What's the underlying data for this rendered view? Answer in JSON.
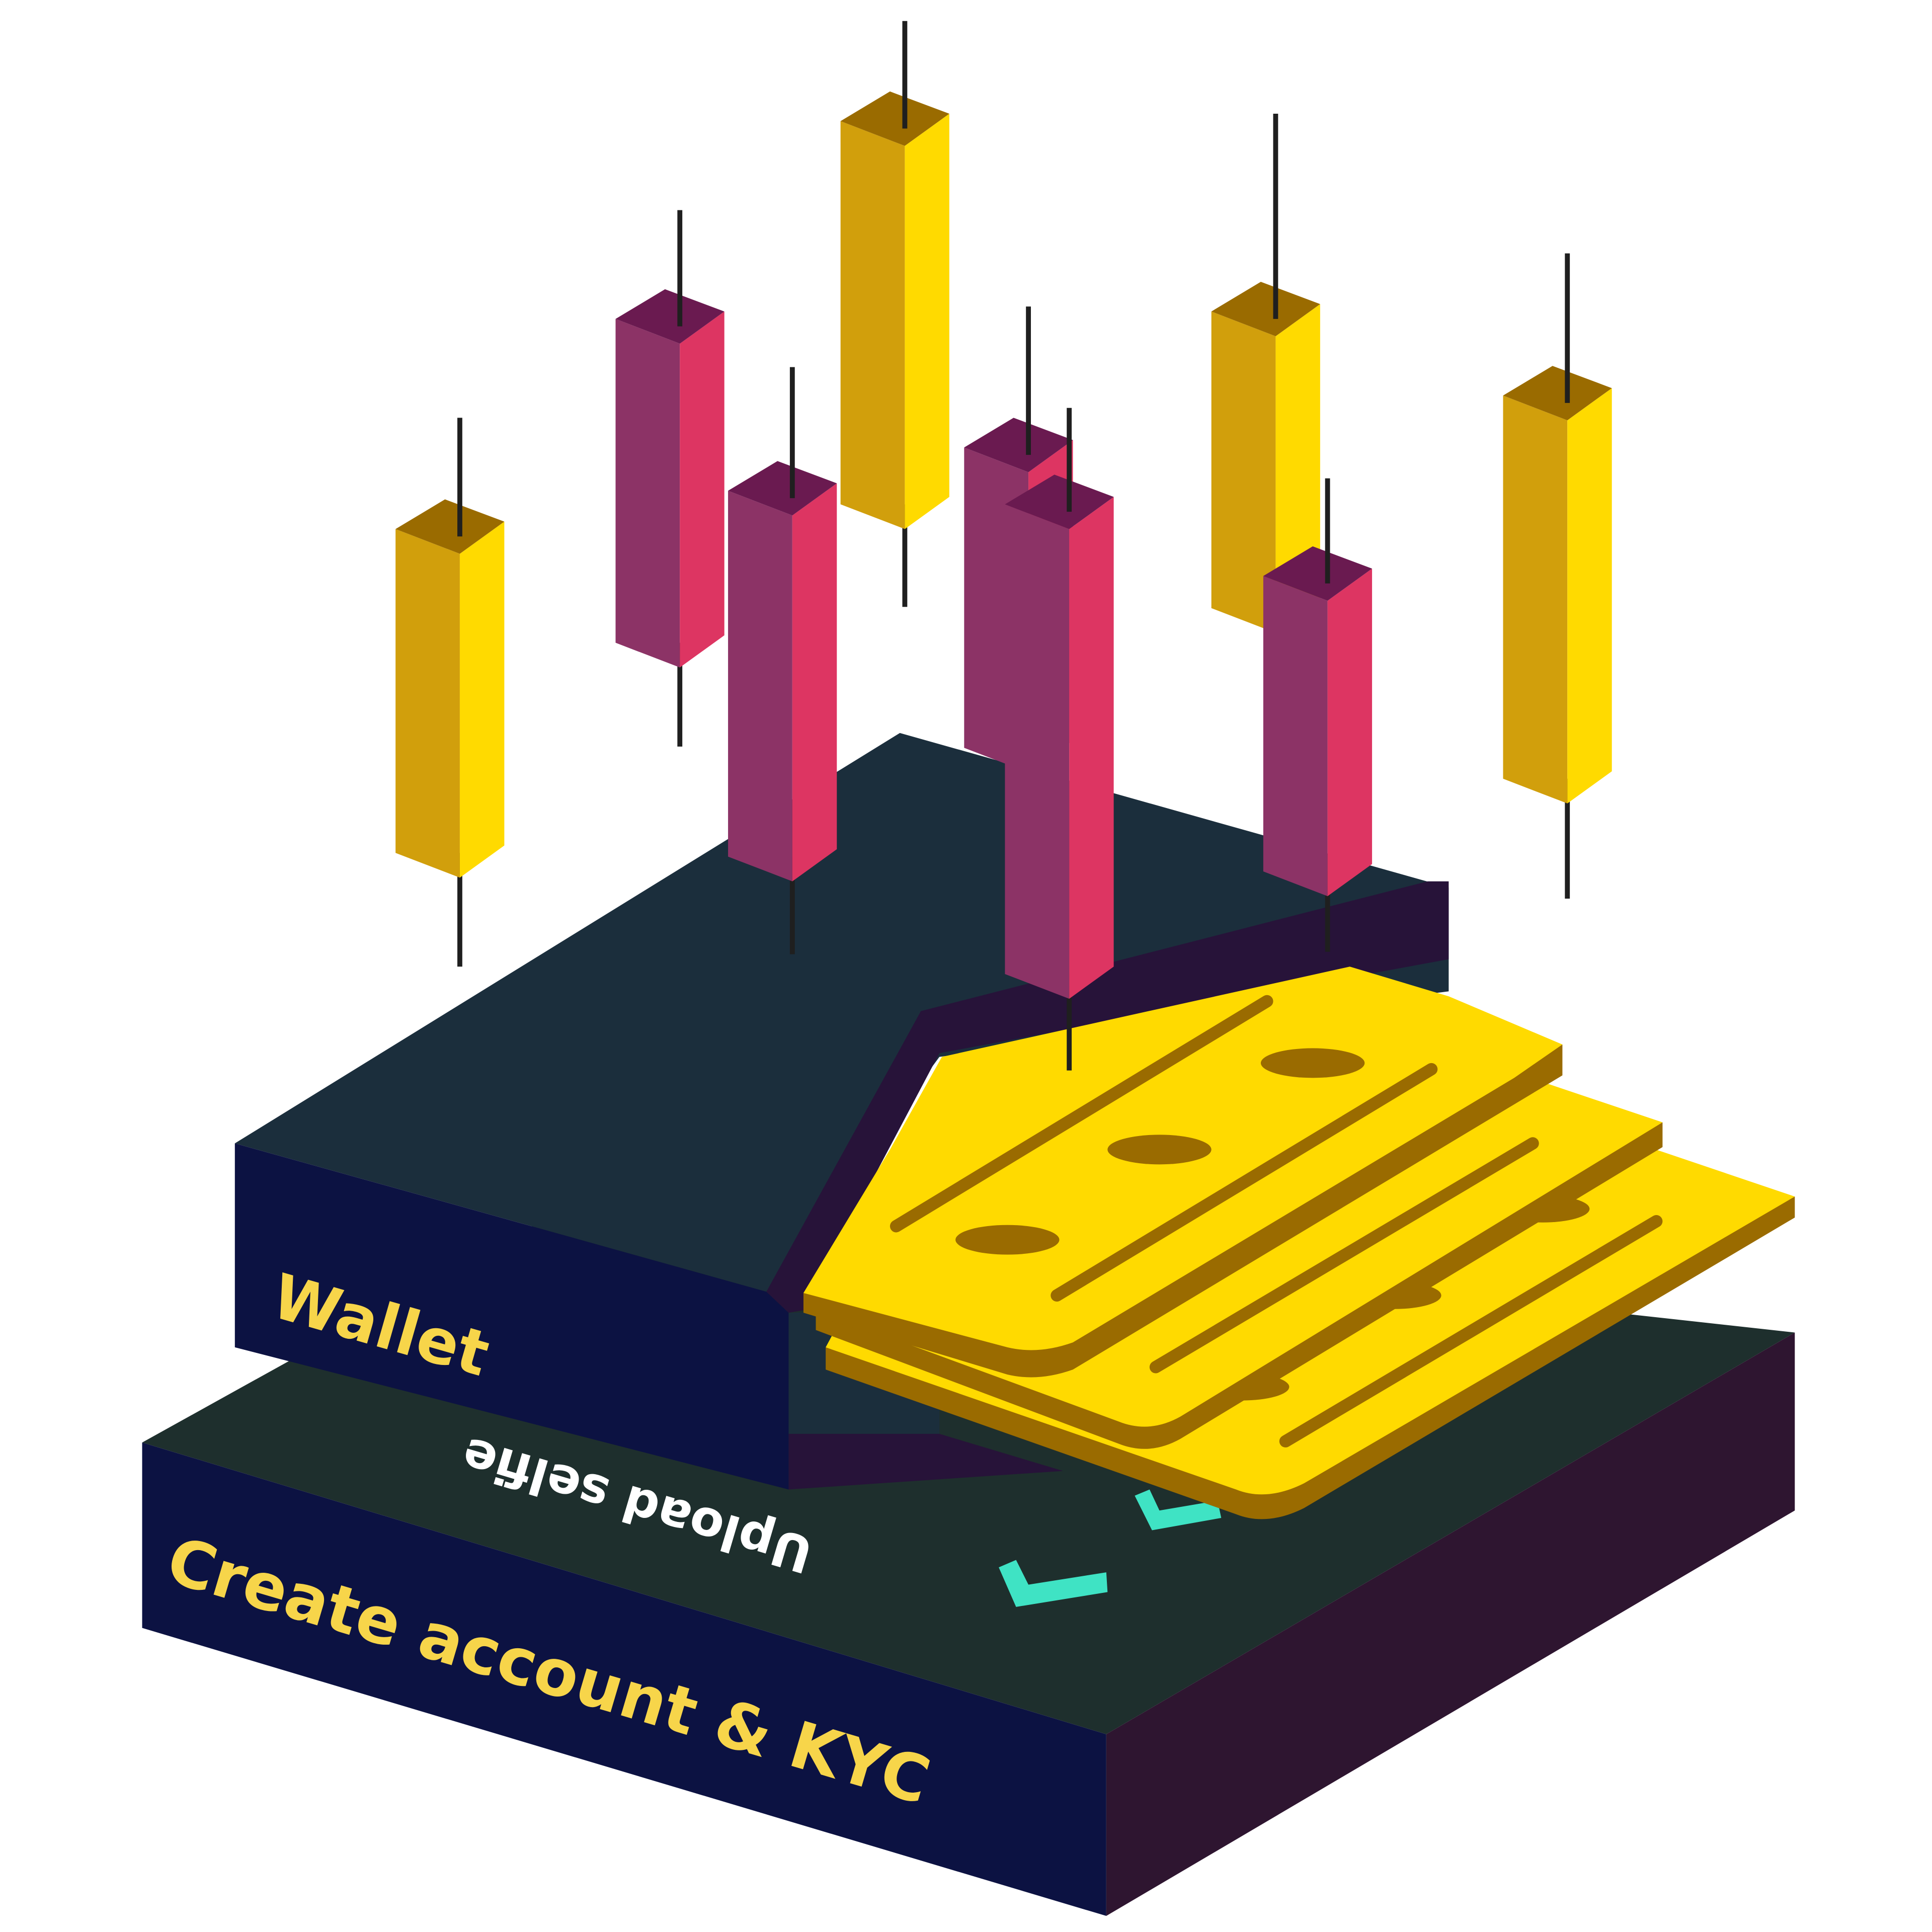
{
  "labels": {
    "wallet": "Wallet",
    "upload_selfie": "Upload selfie",
    "create_account": "Create account & KYC"
  },
  "icons": {
    "step_done": "checkmark-icon",
    "wallet_cards": "card-stack-icon",
    "market": "candlestick-icon"
  },
  "colors": {
    "label_text": "#F7D54A",
    "selfie_text": "#FFFFFF",
    "check": "#3FE3C4",
    "candle_up_front": "#D19F0C",
    "candle_up_side": "#FFDA00",
    "candle_up_top": "#9A6B00",
    "candle_down_front": "#8C3366",
    "candle_down_side": "#DD3562",
    "candle_down_top": "#6A1A50",
    "card": "#FFDA00",
    "card_shadow": "#9A6B00",
    "wick": "#1f1f1f"
  },
  "candles": [
    {
      "direction": "up"
    },
    {
      "direction": "down"
    },
    {
      "direction": "down"
    },
    {
      "direction": "up"
    },
    {
      "direction": "down"
    },
    {
      "direction": "up"
    },
    {
      "direction": "down"
    },
    {
      "direction": "up"
    },
    {
      "direction": "down"
    }
  ]
}
